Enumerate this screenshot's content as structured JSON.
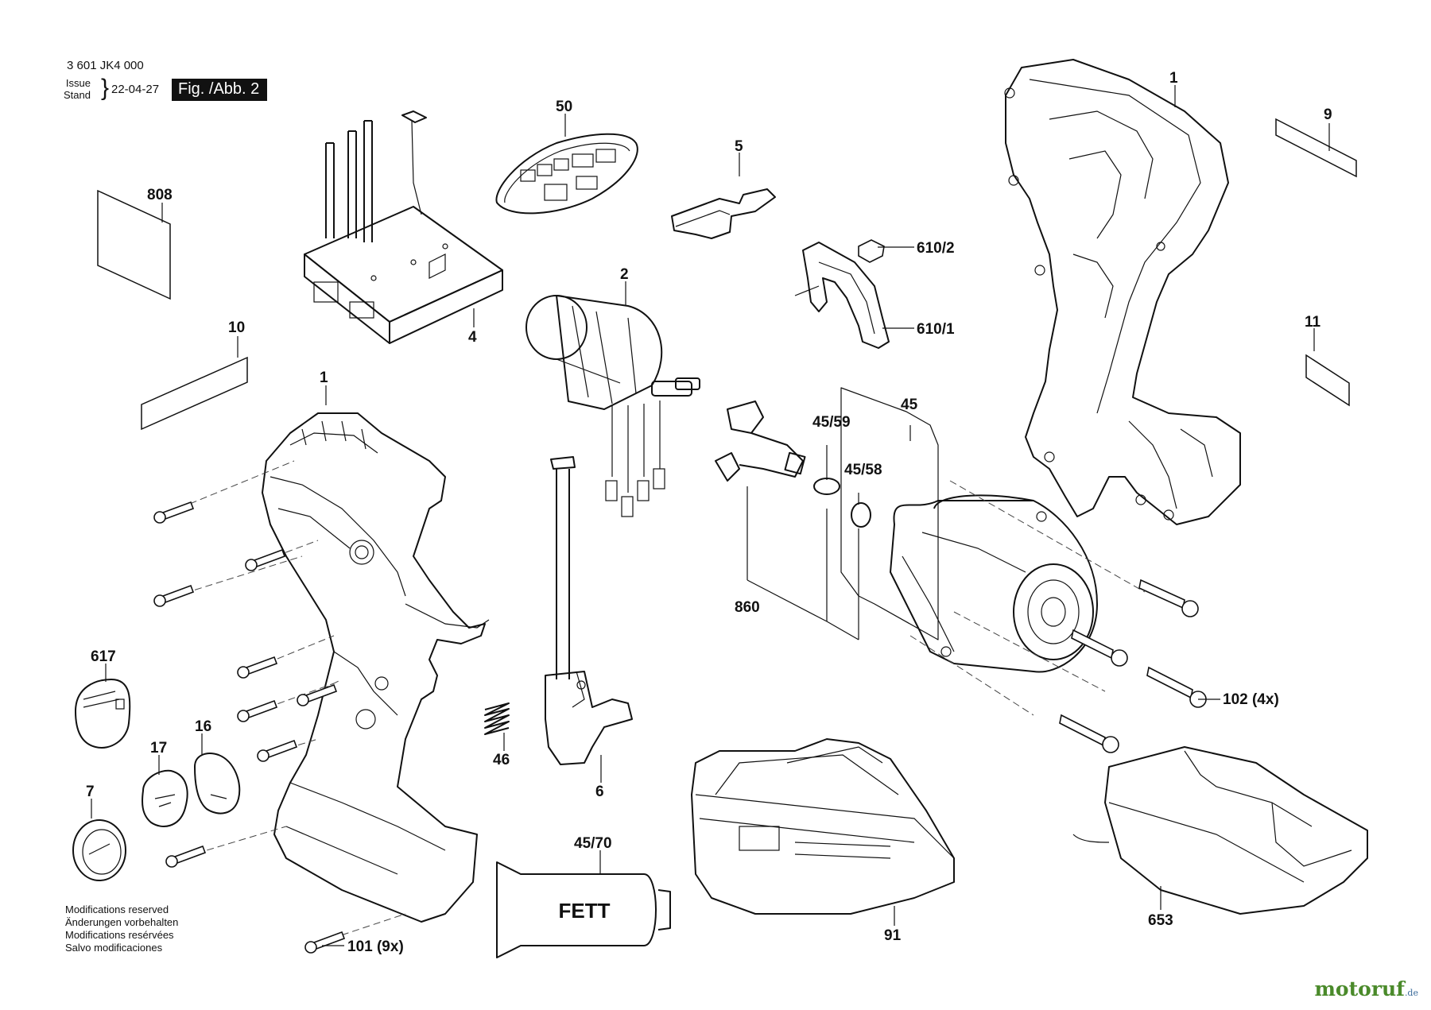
{
  "header": {
    "doc_number": "3 601 JK4 000",
    "issue_label_line1": "Issue",
    "issue_label_line2": "Stand",
    "issue_date": "22-04-27",
    "figure_badge": "Fig. /Abb. 2"
  },
  "notice_lines": [
    "Modifications reserved",
    "Änderungen vorbehalten",
    "Modifications resérvées",
    "Salvo modificaciones"
  ],
  "watermark": {
    "brand": "motoruf",
    "tld": ".de",
    "color": "#4a8a2a"
  },
  "grease_tube_text": "FETT",
  "part_labels": {
    "p1_left": "1",
    "p1_right": "1",
    "p2": "2",
    "p4": "4",
    "p5": "5",
    "p6": "6",
    "p7": "7",
    "p9": "9",
    "p10": "10",
    "p11": "11",
    "p16": "16",
    "p17": "17",
    "p45": "45",
    "p45_58": "45/58",
    "p45_59": "45/59",
    "p45_70": "45/70",
    "p46": "46",
    "p50": "50",
    "p91": "91",
    "p101": "101 (9x)",
    "p102": "102 (4x)",
    "p610_1": "610/1",
    "p610_2": "610/2",
    "p617": "617",
    "p653": "653",
    "p808": "808",
    "p860": "860"
  }
}
